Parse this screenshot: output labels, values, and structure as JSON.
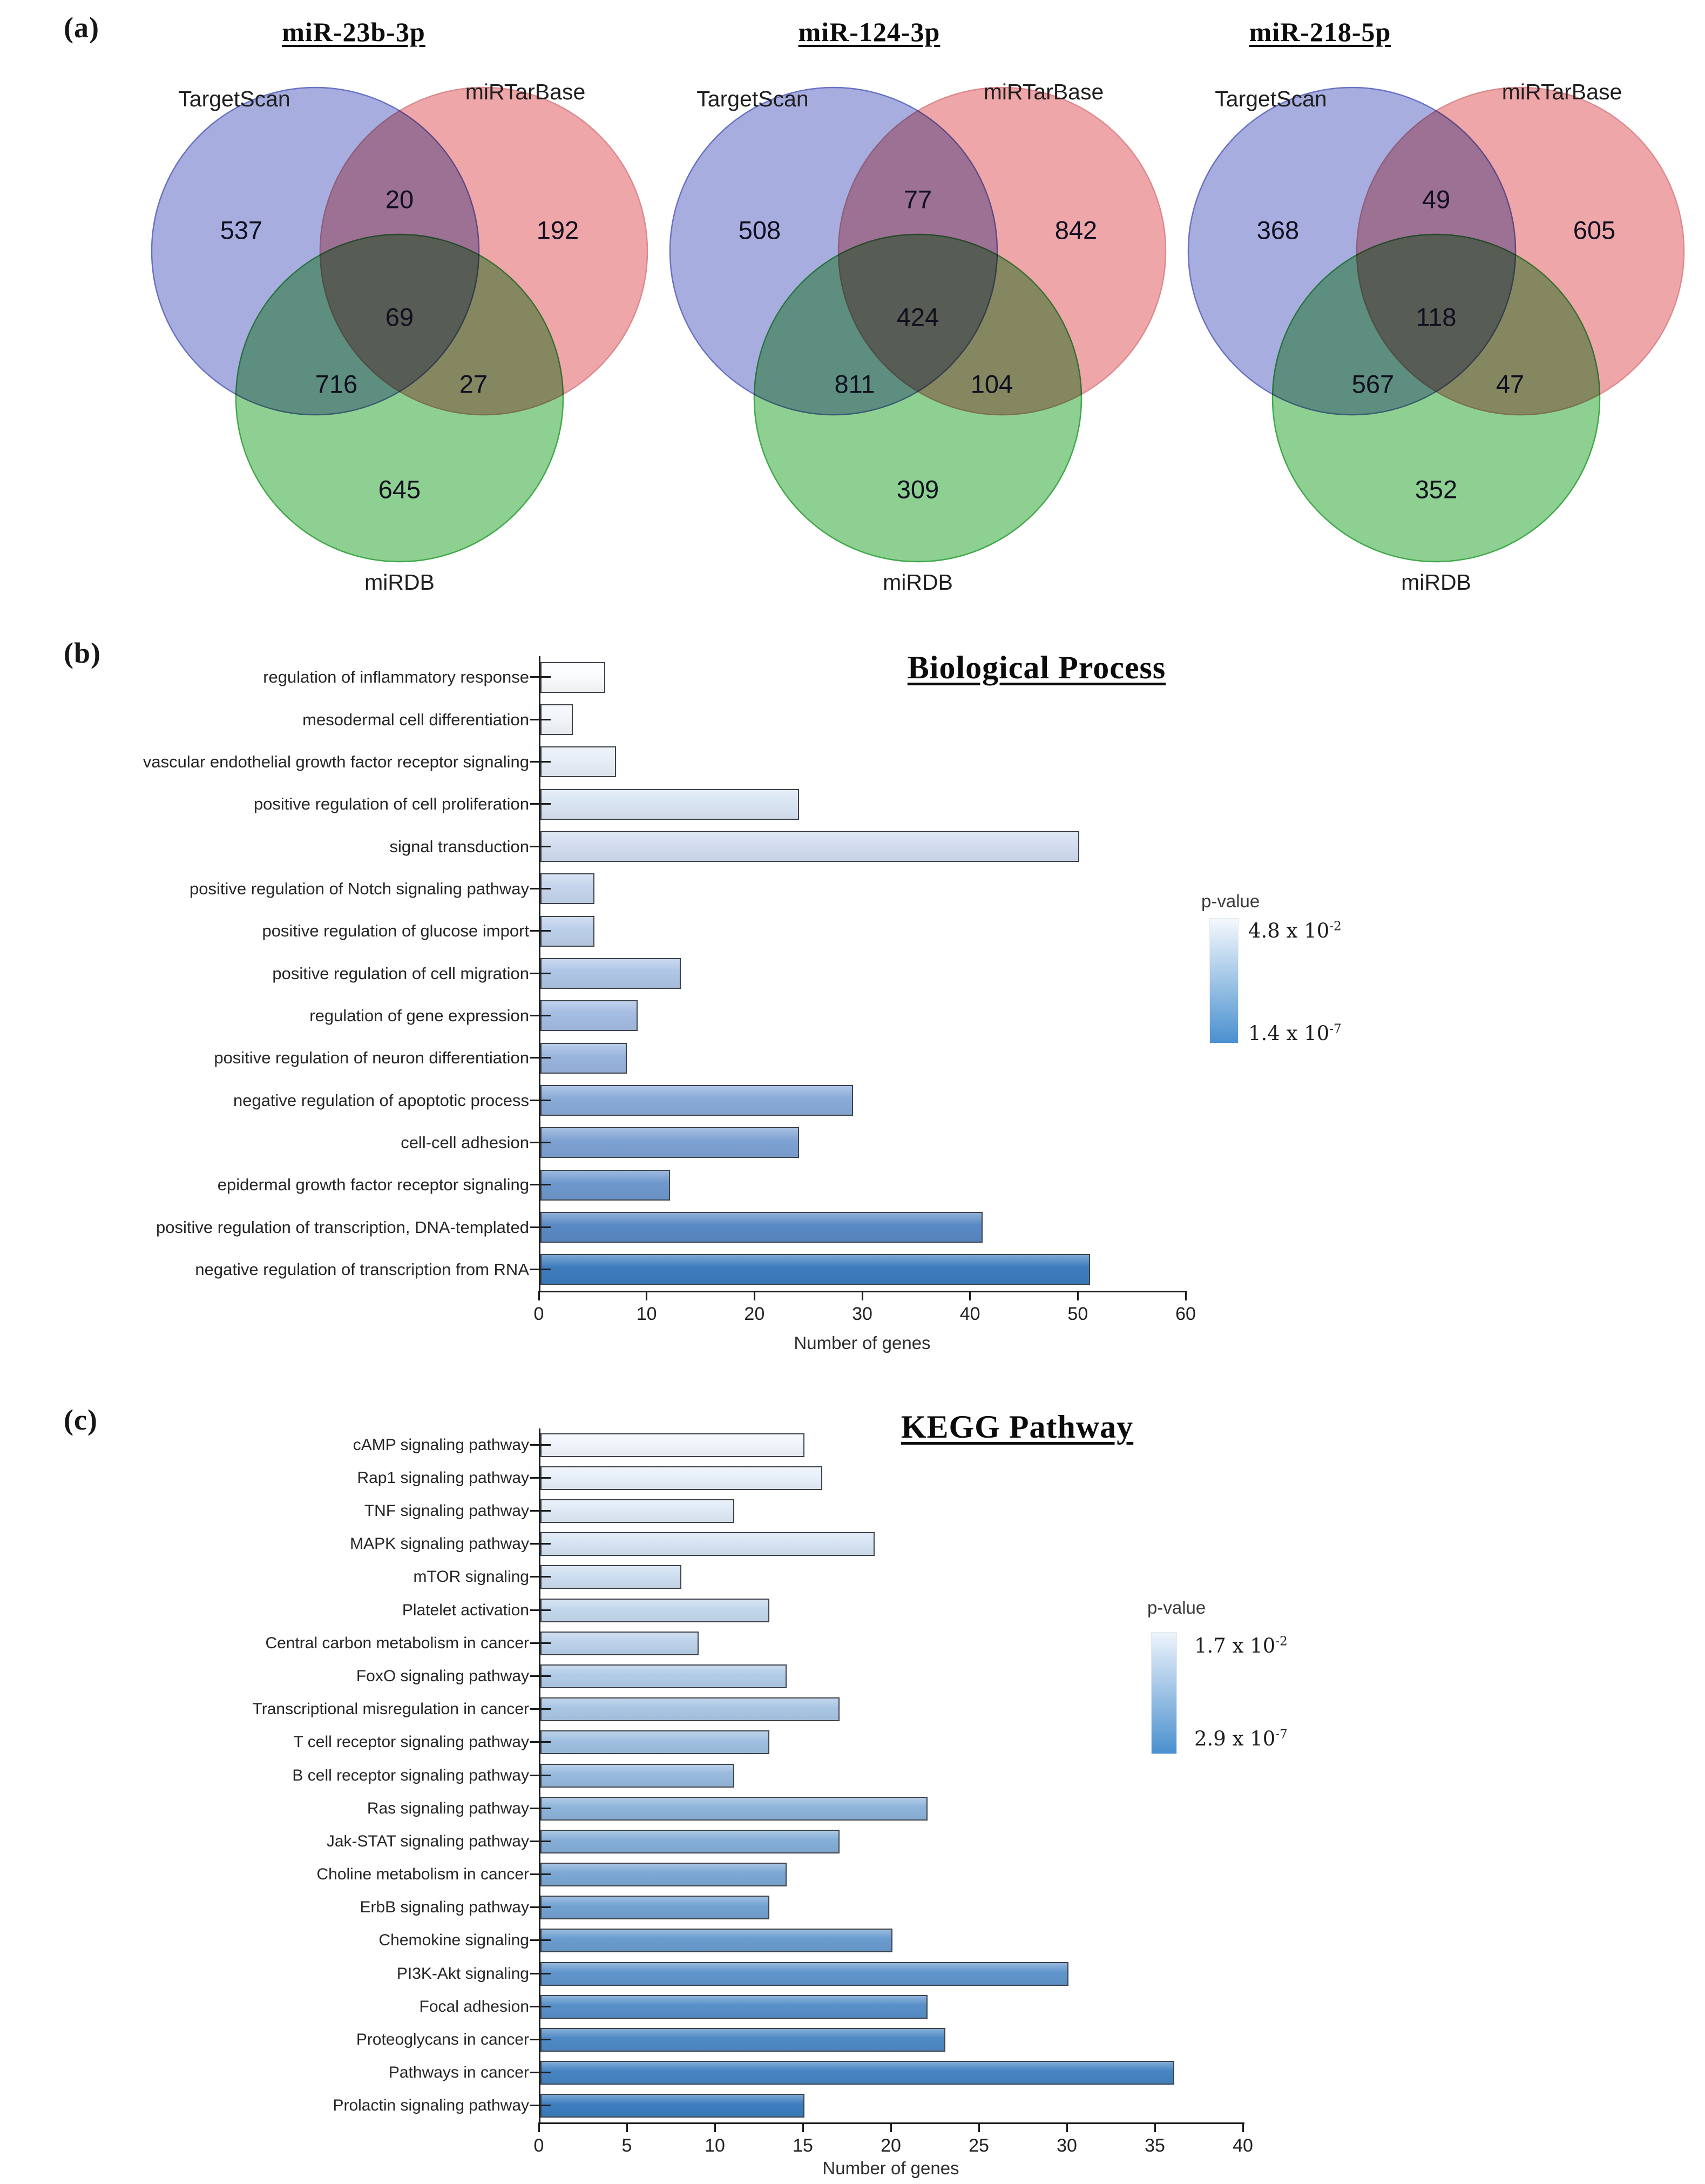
{
  "page": {
    "background": "#ffffff"
  },
  "panel_letters": {
    "a": "(a)",
    "b": "(b)",
    "c": "(c)"
  },
  "chart_data": [
    {
      "type": "venn3",
      "title": "miR-23b-3p",
      "sets": {
        "left": "TargetScan",
        "right": "miRTarBase",
        "bottom": "miRDB"
      },
      "colors": {
        "left": "#a7aedf",
        "right": "#eea6a9",
        "bottom": "#8ed091"
      },
      "values": {
        "left_only": "537",
        "left_right": "20",
        "right_only": "192",
        "center": "69",
        "left_bottom": "716",
        "right_bottom": "27",
        "bottom_only": "645"
      }
    },
    {
      "type": "venn3",
      "title": "miR-124-3p",
      "sets": {
        "left": "TargetScan",
        "right": "miRTarBase",
        "bottom": "miRDB"
      },
      "colors": {
        "left": "#a7aedf",
        "right": "#eea6a9",
        "bottom": "#8ed091"
      },
      "values": {
        "left_only": "508",
        "left_right": "77",
        "right_only": "842",
        "center": "424",
        "left_bottom": "811",
        "right_bottom": "104",
        "bottom_only": "309"
      }
    },
    {
      "type": "venn3",
      "title": "miR-218-5p",
      "sets": {
        "left": "TargetScan",
        "right": "miRTarBase",
        "bottom": "miRDB"
      },
      "colors": {
        "left": "#a7aedf",
        "right": "#eea6a9",
        "bottom": "#8ed091"
      },
      "values": {
        "left_only": "368",
        "left_right": "49",
        "right_only": "605",
        "center": "118",
        "left_bottom": "567",
        "right_bottom": "47",
        "bottom_only": "352"
      }
    },
    {
      "type": "bar",
      "orientation": "horizontal",
      "title": "Biological Process",
      "xlabel": "Number of genes",
      "xlim": [
        0,
        60
      ],
      "x_ticks": [
        0,
        10,
        20,
        30,
        40,
        50,
        60
      ],
      "categories": [
        "regulation of inflammatory response",
        "mesodermal cell differentiation",
        "vascular endothelial growth factor receptor signaling",
        "positive regulation of cell proliferation",
        "signal transduction",
        "positive regulation of Notch signaling pathway",
        "positive regulation of glucose import",
        "positive regulation of cell migration",
        "regulation of gene expression",
        "positive regulation of neuron differentiation",
        "negative regulation of apoptotic process",
        "cell-cell adhesion",
        "epidermal growth factor receptor signaling",
        "positive regulation of transcription, DNA-templated",
        "negative regulation of transcription from RNA"
      ],
      "values": [
        6,
        3,
        7,
        24,
        50,
        5,
        5,
        13,
        9,
        8,
        29,
        24,
        12,
        41,
        51
      ],
      "bar_colors": [
        "#fbfcfe",
        "#f2f6fb",
        "#e7eef8",
        "#dae5f4",
        "#d2ddf0",
        "#c6d5ed",
        "#bccfea",
        "#b0c6e6",
        "#a4bde2",
        "#99b5de",
        "#8aabd8",
        "#7da2d3",
        "#6e98cd",
        "#5a8ac5",
        "#3d7dbe"
      ],
      "legend": {
        "label": "p-value",
        "max_mantissa": "4.8 x 10",
        "max_exp": "-2",
        "min_mantissa": "1.4 x 10",
        "min_exp": "-7",
        "top_color": "#f5f9fd",
        "bottom_color": "#4a90cf"
      }
    },
    {
      "type": "bar",
      "orientation": "horizontal",
      "title": "KEGG Pathway",
      "xlabel": "Number of genes",
      "xlim": [
        0,
        40
      ],
      "x_ticks": [
        0,
        5,
        10,
        15,
        20,
        25,
        30,
        35,
        40
      ],
      "categories": [
        "cAMP signaling pathway",
        "Rap1 signaling pathway",
        "TNF signaling pathway",
        "MAPK signaling pathway",
        "mTOR signaling",
        "Platelet activation",
        "Central carbon metabolism in cancer",
        "FoxO signaling pathway",
        "Transcriptional misregulation in cancer",
        "T cell receptor signaling pathway",
        "B cell receptor signaling pathway",
        "Ras signaling pathway",
        "Jak-STAT signaling pathway",
        "Choline metabolism in cancer",
        "ErbB signaling pathway",
        "Chemokine signaling",
        "PI3K-Akt signaling",
        "Focal adhesion",
        "Proteoglycans in cancer",
        "Pathways in cancer",
        "Prolactin signaling pathway"
      ],
      "values": [
        15,
        16,
        11,
        19,
        8,
        13,
        9,
        14,
        17,
        13,
        11,
        22,
        17,
        14,
        13,
        20,
        30,
        22,
        23,
        36,
        15
      ],
      "bar_colors": [
        "#f1f6fc",
        "#e8f0f9",
        "#dfeaf6",
        "#d6e4f3",
        "#cddef0",
        "#c4d8ed",
        "#bbd2ea",
        "#b2cce7",
        "#a9c6e4",
        "#a0c0e1",
        "#97bade",
        "#8eb4db",
        "#85aed8",
        "#7ca8d5",
        "#73a2d2",
        "#6a9ccf",
        "#6196cc",
        "#5890c9",
        "#4f8ac6",
        "#4684c3",
        "#3d7ec0"
      ],
      "legend": {
        "label": "p-value",
        "max_mantissa": "1.7 x 10",
        "max_exp": "-2",
        "min_mantissa": "2.9 x 10",
        "min_exp": "-7",
        "top_color": "#eef4fb",
        "bottom_color": "#4a90cf"
      }
    }
  ]
}
